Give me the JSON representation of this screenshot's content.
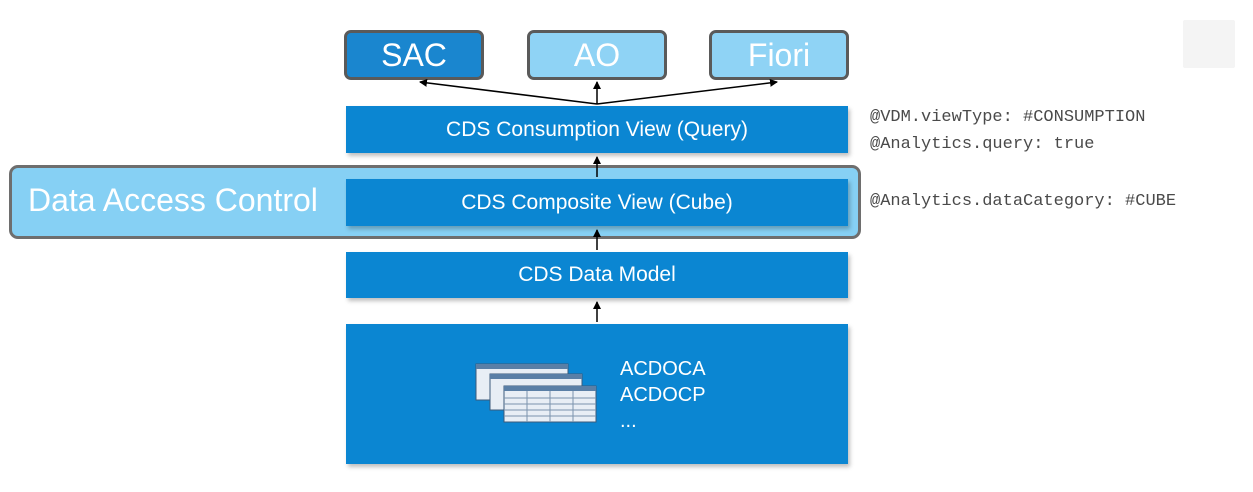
{
  "consumers": [
    {
      "label": "SAC"
    },
    {
      "label": "AO"
    },
    {
      "label": "Fiori"
    }
  ],
  "layers": {
    "consumption": "CDS Consumption View (Query)",
    "composite": "CDS Composite View (Cube)",
    "data_model": "CDS Data Model"
  },
  "access_control": {
    "label": "Data Access Control"
  },
  "db_tables": {
    "items": [
      "ACDOCA",
      "ACDOCP",
      "..."
    ]
  },
  "annotations": {
    "consumption_line1": "@VDM.viewType: #CONSUMPTION",
    "consumption_line2": "@Analytics.query: true",
    "composite_line1": "@Analytics.dataCategory: #CUBE"
  },
  "colors": {
    "layer_blue": "#0b86d2",
    "light_blue": "#86d0f4",
    "border_gray": "#5a5a5a"
  }
}
